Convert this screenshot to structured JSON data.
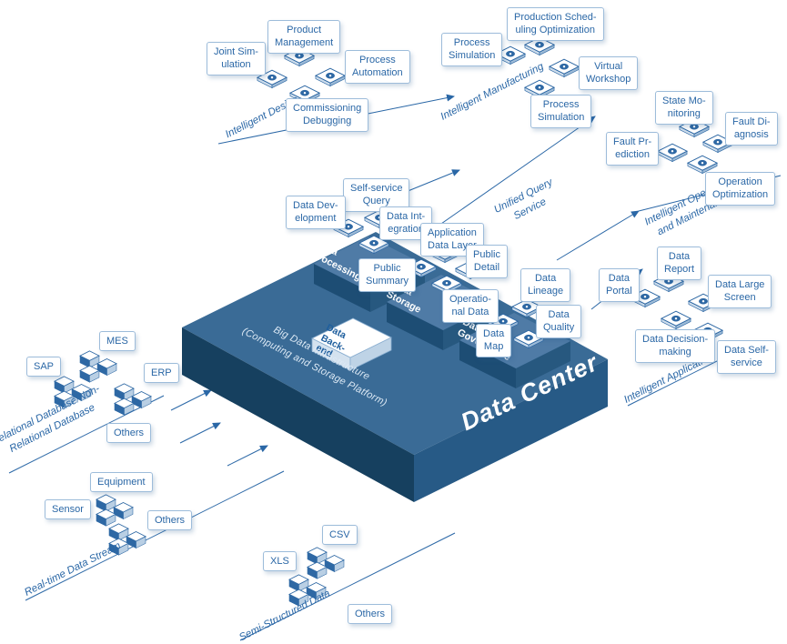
{
  "title": "Data Center",
  "colors": {
    "accent": "#2a67a6",
    "platform_top": "#3a6b96",
    "platform_left": "#16405f",
    "platform_right": "#275a86",
    "tier_top": "#4f7ba6",
    "tier_left": "#1d4d74",
    "tier_right": "#27587f",
    "label_border": "#9dbcda",
    "label_text": "#2a67a6",
    "line": "#2a67a6"
  },
  "platform": {
    "title": "Data Center",
    "infrastructure": "Big Data Infrastructure\n(Computing and Storage Platform)",
    "backend": "Data\nBack-\nend",
    "tier_processing": "Data\nProcessing",
    "tier_storage": "Data\nStorage",
    "tier_governance": "Data\nGovernance",
    "modules": {
      "self_service_query": "Self-service\nQuery",
      "data_development": "Data Dev-\nelopment",
      "data_integration": "Data Int-\negration",
      "application_data_layer": "Application\nData Layer",
      "public_detail": "Public\nDetail",
      "public_summary": "Public\nSummary",
      "operational_data": "Operatio-\nnal Data",
      "data_lineage": "Data\nLineage",
      "data_quality": "Data\nQuality",
      "data_map": "Data\nMap"
    }
  },
  "flows": {
    "unified_query": "Unified Query\nService",
    "design": "Intelligent Design",
    "manufacturing": "Intelligent Manufacturing",
    "om": "Intelligent Operation\nand Maintenance",
    "application": "Intelligent Application",
    "relational": "Relational Database/Non-\nRelational Database",
    "realtime": "Real-time Data Stream",
    "semistructured": "Semi-Structured Data"
  },
  "design": {
    "product_management": "Product\nManagement",
    "joint_simulation": "Joint Sim-\nulation",
    "process_automation": "Process\nAutomation",
    "commissioning_debugging": "Commissioning\nDebugging"
  },
  "manufacturing": {
    "production_scheduling": "Production Sched-\nuling Optimization",
    "process_simulation_a": "Process\nSimulation",
    "virtual_workshop": "Virtual\nWorkshop",
    "process_simulation_b": "Process\nSimulation"
  },
  "om": {
    "state_monitoring": "State Mo-\nnitoring",
    "fault_diagnosis": "Fault Di-\nagnosis",
    "fault_prediction": "Fault Pr-\nediction",
    "operation_optimization": "Operation\nOptimization"
  },
  "application": {
    "data_report": "Data\nReport",
    "data_portal": "Data\nPortal",
    "data_large_screen": "Data Large\nScreen",
    "data_decision_making": "Data Decision-\nmaking",
    "data_self_service": "Data Self-\nservice"
  },
  "sources": {
    "sap": "SAP",
    "mes": "MES",
    "erp": "ERP",
    "others_db": "Others",
    "equipment": "Equipment",
    "sensor": "Sensor",
    "others_rt": "Others",
    "xls": "XLS",
    "csv": "CSV",
    "others_semi": "Others"
  },
  "icons": [
    "product-management-icon",
    "joint-simulation-icon",
    "process-automation-icon",
    "commissioning-debugging-icon",
    "process-simulation-a-icon",
    "production-scheduling-icon",
    "virtual-workshop-icon",
    "process-simulation-b-icon",
    "fault-prediction-icon",
    "state-monitoring-icon",
    "operation-optimization-icon",
    "fault-diagnosis-icon",
    "data-portal-icon",
    "data-report-icon",
    "data-decision-making-icon",
    "data-large-screen-icon",
    "data-self-service-icon",
    "processing-tile-icon",
    "storage-tile-icon",
    "governance-tile-icon",
    "sap-cubes-icon",
    "mes-cubes-icon",
    "erp-cubes-icon",
    "equipment-cubes-icon",
    "sensor-cubes-icon",
    "csv-cubes-icon",
    "xls-cubes-icon"
  ]
}
